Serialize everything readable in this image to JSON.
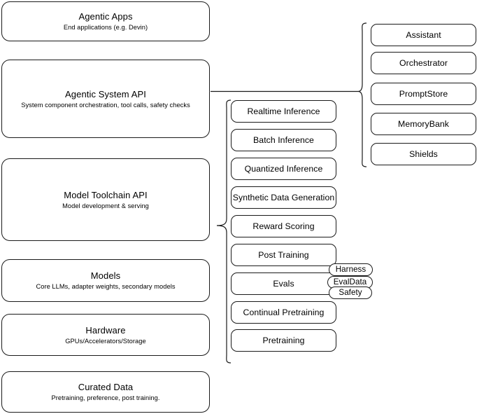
{
  "diagram": {
    "title": "AI Stack Layers Diagram",
    "stroke_color": "#1a1a1a",
    "background_color": "#ffffff",
    "layers": [
      {
        "id": "agentic-apps",
        "title": "Agentic Apps",
        "subtitle": "End applications (e.g. Devin)"
      },
      {
        "id": "agentic-system-api",
        "title": "Agentic System API",
        "subtitle": "System component orchestration, tool calls, safety checks"
      },
      {
        "id": "model-toolchain-api",
        "title": "Model Toolchain API",
        "subtitle": "Model development & serving"
      },
      {
        "id": "models",
        "title": "Models",
        "subtitle": "Core LLMs, adapter weights, secondary models"
      },
      {
        "id": "hardware",
        "title": "Hardware",
        "subtitle": "GPUs/Accelerators/Storage"
      },
      {
        "id": "curated-data",
        "title": "Curated Data",
        "subtitle": "Pretraining, preference, post training."
      }
    ],
    "toolchain_components": [
      {
        "id": "realtime-inference",
        "label": "Realtime Inference"
      },
      {
        "id": "batch-inference",
        "label": "Batch Inference"
      },
      {
        "id": "quantized-inference",
        "label": "Quantized Inference"
      },
      {
        "id": "synthetic-data-generation",
        "label": "Synthetic Data Generation"
      },
      {
        "id": "reward-scoring",
        "label": "Reward Scoring"
      },
      {
        "id": "post-training",
        "label": "Post Training"
      },
      {
        "id": "evals",
        "label": "Evals"
      },
      {
        "id": "continual-pretraining",
        "label": "Continual Pretraining"
      },
      {
        "id": "pretraining",
        "label": "Pretraining"
      }
    ],
    "evals_subcomponents": [
      {
        "id": "harness",
        "label": "Harness"
      },
      {
        "id": "evaldata",
        "label": "EvalData"
      },
      {
        "id": "safety",
        "label": "Safety"
      }
    ],
    "agentic_system_components": [
      {
        "id": "assistant",
        "label": "Assistant"
      },
      {
        "id": "orchestrator",
        "label": "Orchestrator"
      },
      {
        "id": "promptstore",
        "label": "PromptStore"
      },
      {
        "id": "memorybank",
        "label": "MemoryBank"
      },
      {
        "id": "shields",
        "label": "Shields"
      }
    ]
  }
}
